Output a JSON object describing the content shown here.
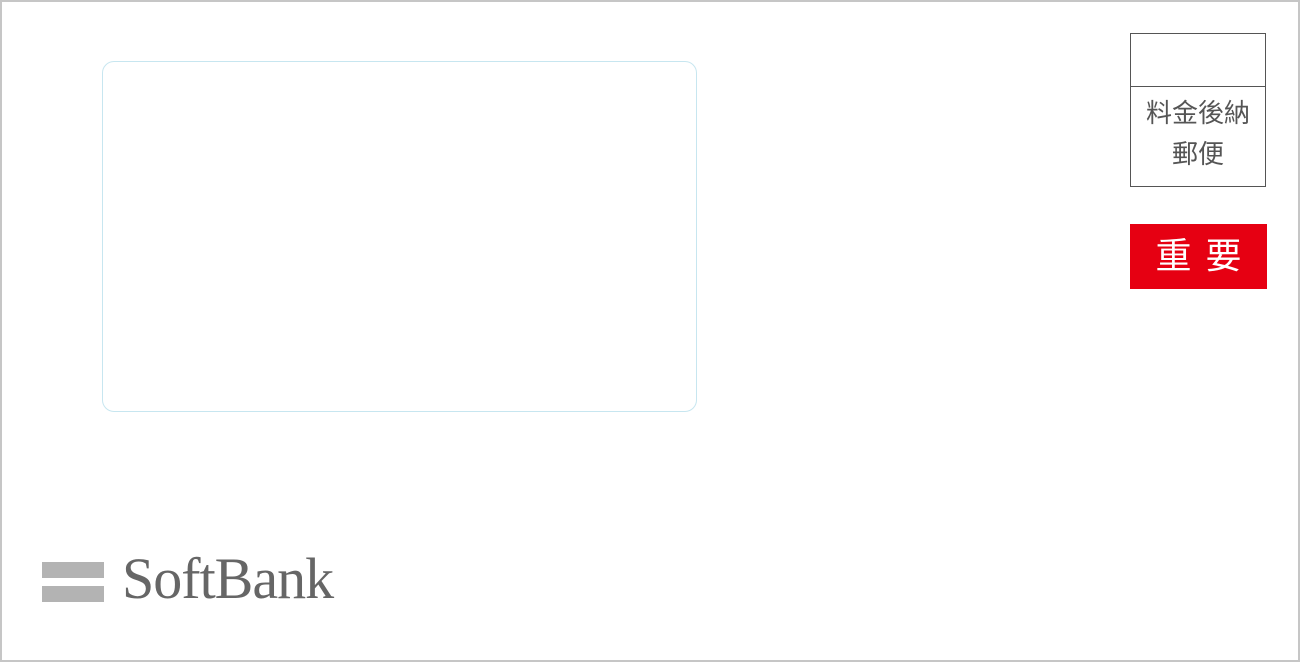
{
  "envelope": {
    "postage": {
      "line1": "料金後納",
      "line2": "郵便"
    },
    "badge": {
      "label": "重要",
      "color": "#e60012"
    },
    "logo": {
      "text": "SoftBank",
      "icon": "softbank-bars-icon"
    }
  }
}
